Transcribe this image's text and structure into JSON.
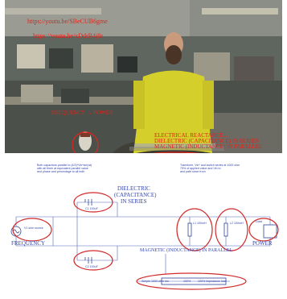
{
  "photo": {
    "urls": [
      "https://youtu.be/SBeCUB6gme",
      "https://youtu.be/xDdrB4j8s"
    ],
    "frequency_power_label": "FREQUENCY → POWER",
    "reactance_lines": [
      "ELECTRICAL REACTANCE...",
      "DIELECTRIC (CAPACITANCE) IN SERIES",
      "MAGNETIC (INDUCTANCE) IN PARALLEL"
    ]
  },
  "circuit": {
    "note_left": [
      "Both capacitors parallel to (4/3)*Vin*sin(wt)",
      "with all three at equivalent parallel value",
      "and phase and percentage to all both"
    ],
    "note_right": [
      "Transform, Vin* and switch series at 1000 ohm",
      "75% of applied value and Vin to",
      "and path since from"
    ],
    "dielectric_label": [
      "DIELECTRIC",
      "(CAPACITANCE)",
      "IN SERIES"
    ],
    "magnetic_label": "MAGNETIC (INDUCTANCE) IN PARALLEL",
    "frequency_label": "FREQUENCY",
    "power_label": "POWER",
    "cap_top_text": "C1 100uF",
    "cap_bottom_text": "C2 100uF",
    "source_text": "V1 sine source",
    "load_text": "Load",
    "ind_left_text": "L1 100mH",
    "ind_right_text": "L2 100mH",
    "bottom_box_left": "Simple 1000 ohm res",
    "bottom_box_mid": "100%",
    "bottom_box_right": "100% impedance load"
  }
}
